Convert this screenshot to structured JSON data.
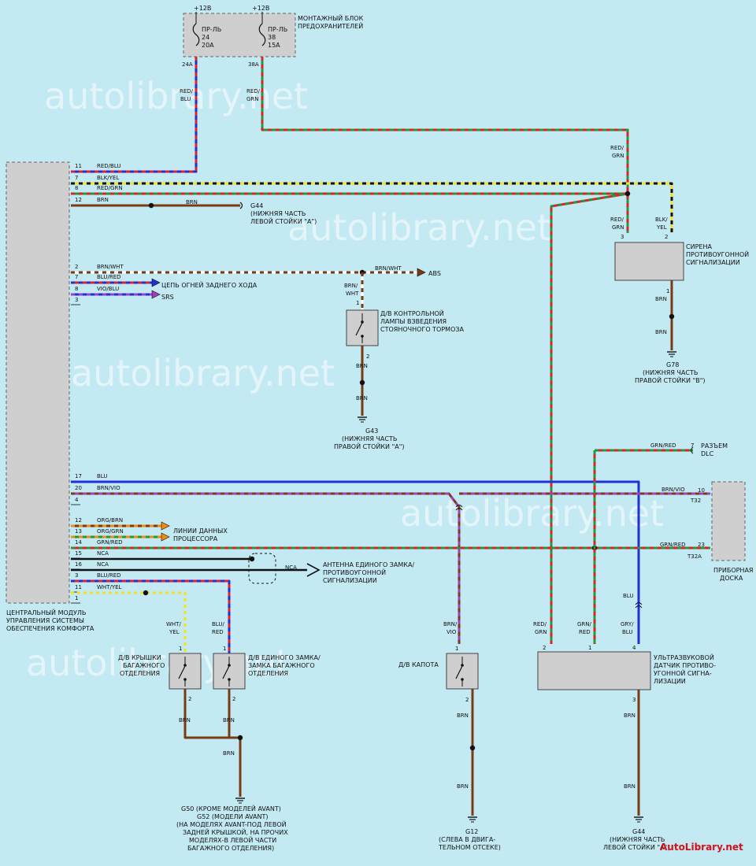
{
  "watermark": "autolibrary.net",
  "brand": "AutoLibrary.net",
  "fuse_block": {
    "label_lines": [
      "МОНТАЖНЫЙ БЛОК",
      "ПРЕДОХРАНИТЕЛЕЙ"
    ],
    "fuse1": {
      "supply": "+12В",
      "lines": [
        "ПР-ЛЬ",
        "24",
        "20А"
      ],
      "pin": "24А"
    },
    "fuse2": {
      "supply": "+12В",
      "lines": [
        "ПР-ЛЬ",
        "38",
        "15А"
      ],
      "pin": "38А"
    }
  },
  "module": {
    "label_lines": [
      "ЦЕНТРАЛЬНЫЙ МОДУЛЬ",
      "УПРАВЛЕНИЯ СИСТЕМЫ",
      "ОБЕСПЕЧЕНИЯ КОМФОРТА"
    ],
    "pins": [
      {
        "pin": "11",
        "wire": "RED/BLU"
      },
      {
        "pin": "7",
        "wire": "BLK/YEL"
      },
      {
        "pin": "8",
        "wire": "RED/GRN"
      },
      {
        "pin": "12",
        "wire": "BRN"
      },
      {
        "pin": "2",
        "wire": "BRN/WHT"
      },
      {
        "pin": "7",
        "wire": "BLU/RED"
      },
      {
        "pin": "8",
        "wire": "VIO/BLU"
      },
      {
        "pin": "3",
        "wire": ""
      },
      {
        "pin": "17",
        "wire": "BLU"
      },
      {
        "pin": "20",
        "wire": "BRN/VIO"
      },
      {
        "pin": "4",
        "wire": ""
      },
      {
        "pin": "12",
        "wire": "ORG/BRN"
      },
      {
        "pin": "13",
        "wire": "ORG/GRN"
      },
      {
        "pin": "14",
        "wire": "GRN/RED"
      },
      {
        "pin": "15",
        "wire": "NCA"
      },
      {
        "pin": "16",
        "wire": "NCA"
      },
      {
        "pin": "3",
        "wire": "BLU/RED"
      },
      {
        "pin": "11",
        "wire": "WHT/YEL"
      },
      {
        "pin": "1",
        "wire": ""
      }
    ]
  },
  "wire_labels": {
    "fuse1_down": [
      "RED/",
      "BLU"
    ],
    "fuse2_down": [
      "RED/",
      "GRN"
    ],
    "siren_feed": [
      "RED/",
      "GRN"
    ],
    "brn_to_g44": "BRN",
    "brn_wht_abs": "BRN/WHT",
    "brn_wht_switch": [
      "BRN/",
      "WHT"
    ],
    "brn": "BRN",
    "blu": "BLU",
    "grn_red": "GRN/RED",
    "brn_vio": "BRN/VIO",
    "brn_vio_hood": [
      "BRN/",
      "VIO"
    ],
    "nca": "NCA",
    "wht_yel": [
      "WHT/",
      "YEL"
    ],
    "blu_red": [
      "BLU/",
      "RED"
    ],
    "red_grn_sensor": [
      "RED/",
      "GRN"
    ],
    "grn_red_sensor": [
      "GRN/",
      "RED"
    ],
    "gry_blu_sensor": [
      "GRY/",
      "BLU"
    ],
    "blk_yel_siren": [
      "BLK/",
      "YEL"
    ]
  },
  "destinations": {
    "abs": "ABS",
    "reverse_lights": "ЦЕПЬ ОГНЕЙ ЗАДНЕГО ХОДА",
    "srs": "SRS",
    "data_lines": [
      "ЛИНИИ ДАННЫХ",
      "ПРОЦЕССОРА"
    ],
    "antenna": [
      "АНТЕННА ЕДИНОГО ЗАМКА/",
      "ПРОТИВОУГОННОЙ",
      "СИГНАЛИЗАЦИИ"
    ],
    "dlc": [
      "РАЗЪЕМ",
      "DLC"
    ]
  },
  "grounds": {
    "g44_top": {
      "name": "G44",
      "lines": [
        "(НИЖНЯЯ ЧАСТЬ",
        "ЛЕВОЙ СТОЙКИ \"А\")"
      ]
    },
    "g78": {
      "name": "G78",
      "lines": [
        "(НИЖНЯЯ ЧАСТЬ",
        "ПРАВОЙ СТОЙКИ \"В\")"
      ]
    },
    "g43": {
      "name": "G43",
      "lines": [
        "(НИЖНЯЯ ЧАСТЬ",
        "ПРАВОЙ СТОЙКИ \"А\")"
      ]
    },
    "g50": {
      "lines": [
        "G50 (КРОМЕ МОДЕЛЕЙ AVANT)",
        "G52 (МОДЕЛИ AVANT)",
        "(НА МОДЕЛЯХ AVANT-ПОД ЛЕВОЙ",
        "ЗАДНЕЙ КРЫШКОЙ, НА ПРОЧИХ",
        "МОДЕЛЯХ-В ЛЕВОЙ ЧАСТИ",
        "БАГАЖНОГО ОТДЕЛЕНИЯ)"
      ]
    },
    "g12": {
      "name": "G12",
      "lines": [
        "(СЛЕВА В ДВИГА-",
        "ТЕЛЬНОМ ОТСЕКЕ)"
      ]
    },
    "g44_bottom": {
      "name": "G44",
      "lines": [
        "(НИЖНЯЯ ЧАСТЬ",
        "ЛЕВОЙ СТОЙКИ \"А\")"
      ]
    }
  },
  "components": {
    "siren": {
      "lines": [
        "СИРЕНА",
        "ПРОТИВОУГОННОЙ",
        "СИГНАЛИЗАЦИИ"
      ],
      "pins": [
        "3",
        "2",
        "1"
      ]
    },
    "parking_brake": {
      "lines": [
        "Д/В КОНТРОЛЬНОЙ",
        "ЛАМПЫ ВЗВЕДЕНИЯ",
        "СТОЯНОЧНОГО ТОРМОЗА"
      ],
      "pins": [
        "1",
        "2"
      ]
    },
    "dashboard": {
      "lines": [
        "ПРИБОРНАЯ",
        "ДОСКА"
      ],
      "conn1": "T32",
      "conn2": "T32A",
      "pin1": "10",
      "pin2": "23"
    },
    "trunk_lid": {
      "lines": [
        "Д/В КРЫШКИ",
        "БАГАЖНОГО",
        "ОТДЕЛЕНИЯ"
      ],
      "pins": [
        "1",
        "2"
      ]
    },
    "trunk_lock": {
      "lines": [
        "Д/В ЕДИНОГО ЗАМКА/",
        "ЗАМКА БАГАЖНОГО",
        "ОТДЕЛЕНИЯ"
      ],
      "pins": [
        "1",
        "2"
      ]
    },
    "hood": {
      "lines": [
        "Д/В КАПОТА"
      ],
      "pins": [
        "1",
        "2"
      ]
    },
    "ultrasonic": {
      "lines": [
        "УЛЬТРАЗВУКОВОЙ",
        "ДАТЧИК ПРОТИВО-",
        "УГОННОЙ СИГНА-",
        "ЛИЗАЦИИ"
      ],
      "pins": [
        "2",
        "1",
        "4",
        "3"
      ]
    },
    "dlc_pin": "7"
  },
  "colors": {
    "background": "#c3e9f3",
    "red": "#e0202a",
    "blue": "#2030d8",
    "green": "#1f9a3a",
    "brown": "#7a3a12",
    "yellow": "#f4e21a",
    "violet": "#a040c0",
    "orange": "#f08a10",
    "black": "#111111",
    "white": "#ffffff"
  }
}
